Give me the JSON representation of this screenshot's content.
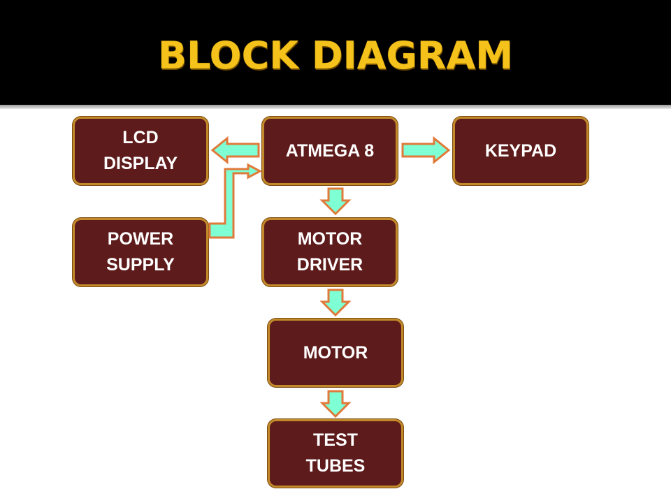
{
  "title": "BLOCK DIAGRAM",
  "blocks": {
    "lcd": "LCD\nDISPLAY",
    "atmega": "ATMEGA 8",
    "keypad": "KEYPAD",
    "power": "POWER\nSUPPLY",
    "motor_driver": "MOTOR\nDRIVER",
    "motor": "MOTOR",
    "test_tubes": "TEST\nTUBES"
  },
  "colors": {
    "header_bg": "#000000",
    "title": "#f4c21a",
    "block_fill": "#5e1b1b",
    "block_border": "#c28a2a",
    "arrow_fill": "#7fffd4",
    "arrow_stroke": "#e07a3a"
  }
}
